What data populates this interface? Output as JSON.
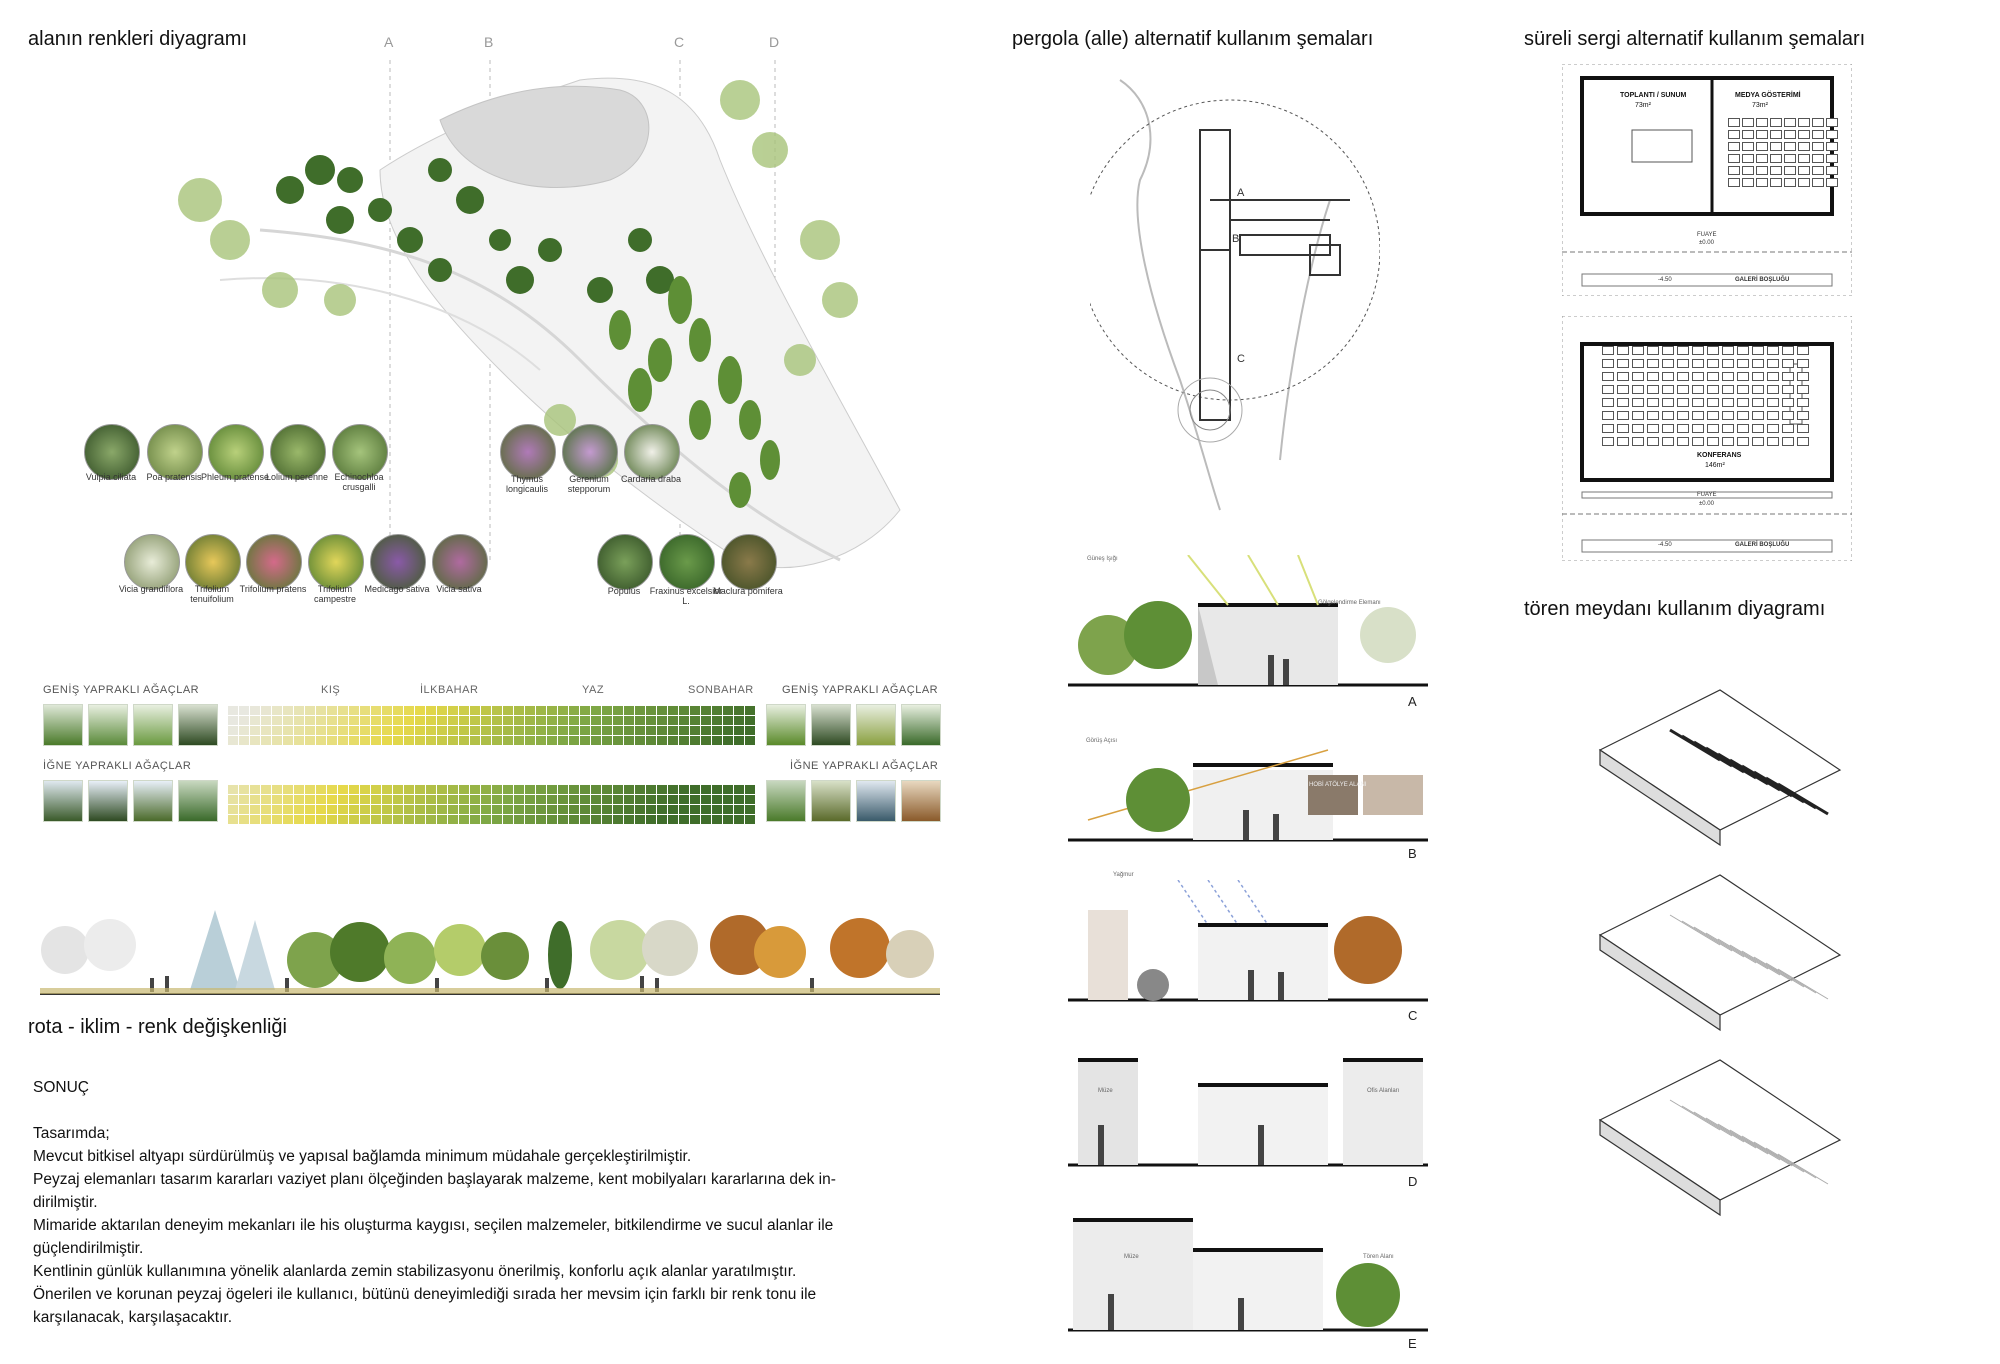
{
  "titles": {
    "color_diagram": "alanın renkleri diyagramı",
    "pergola": "pergola (alle) alternatif kullanım şemaları",
    "exhibition": "süreli sergi alternatif kullanım şemaları",
    "ceremony": "tören meydanı kullanım diyagramı",
    "route": "rota - iklim - renk değişkenliği"
  },
  "section_letters": [
    "A",
    "B",
    "C",
    "D"
  ],
  "plants_row1": [
    "Vulpia ciliata",
    "Poa pratensis",
    "Phleum pratense",
    "Lolium perenne",
    "Echinochloa crusgalli"
  ],
  "plants_row2": [
    "Vicia grandiflora",
    "Trifolium tenuifolium",
    "Trifolium pratens",
    "Trifolium campestre",
    "Medicago sativa",
    "Vicia sativa"
  ],
  "plants_row3": [
    "Thymus longicaulis",
    "Gerenium stepporum",
    "Cardaria draba"
  ],
  "plants_row4": [
    "Populus",
    "Fraxinus excelsior L.",
    "Maclura pomifera"
  ],
  "palette": {
    "broadleaf": "GENİŞ YAPRAKLI AĞAÇLAR",
    "conifer": "İĞNE YAPRAKLI AĞAÇLAR",
    "seasons": [
      "KIŞ",
      "İLKBAHAR",
      "YAZ",
      "SONBAHAR"
    ],
    "winter_color": "#e8e8e0",
    "spring_color": "#e6d94a",
    "summer_color": "#7fa845",
    "autumn_color": "#3f6d2a"
  },
  "pergola_plan_labels": [
    "A",
    "B",
    "C"
  ],
  "section_tags": [
    "A",
    "B",
    "C",
    "D",
    "E"
  ],
  "section_notes": {
    "a1": "Güneş Işığı",
    "a2": "Gölgelendirme Elemanı",
    "b1": "Görüş Açısı",
    "b2": "HOBİ ATÖLYE ALANI",
    "c1": "Yağmur",
    "d1": "Müze",
    "d2": "Ofis Alanları",
    "e1": "Müze",
    "e2": "Tören Alanı"
  },
  "exhibition_plan1": {
    "room1": "TOPLANTI / SUNUM",
    "room1_area": "73m²",
    "room2": "MEDYA GÖSTERİMİ",
    "room2_area": "73m²",
    "foyer": "FUAYE",
    "foyer_level": "±0.00",
    "gallery": "GALERİ BOŞLUĞU",
    "level": "-4.50"
  },
  "exhibition_plan2": {
    "room": "KONFERANS",
    "room_area": "146m²",
    "foyer": "FUAYE",
    "foyer_level": "±0.00",
    "gallery": "GALERİ BOŞLUĞU",
    "level": "-4.50"
  },
  "conclusion": {
    "heading": "SONUÇ",
    "intro": "Tasarımda;",
    "lines": [
      "Mevcut bitkisel altyapı sürdürülmüş ve yapısal bağlamda minimum müdahale gerçekleştirilmiştir.",
      "Peyzaj elemanları tasarım kararları vaziyet planı ölçeğinden başlayarak malzeme, kent mobilyaları kararlarına dek in-",
      "dirilmiştir.",
      "Mimaride aktarılan deneyim mekanları ile his oluşturma kaygısı, seçilen malzemeler, bitkilendirme ve sucul alanlar ile",
      "güçlendirilmiştir.",
      "Kentlinin günlük kullanımına yönelik alanlarda zemin stabilizasyonu önerilmiş, konforlu açık alanlar yaratılmıştır.",
      "Önerilen ve korunan peyzaj ögeleri ile kullanıcı, bütünü deneyimlediği sırada her mevsim için farklı bir renk tonu ile",
      "karşılanacak, karşılaşacaktır."
    ]
  }
}
